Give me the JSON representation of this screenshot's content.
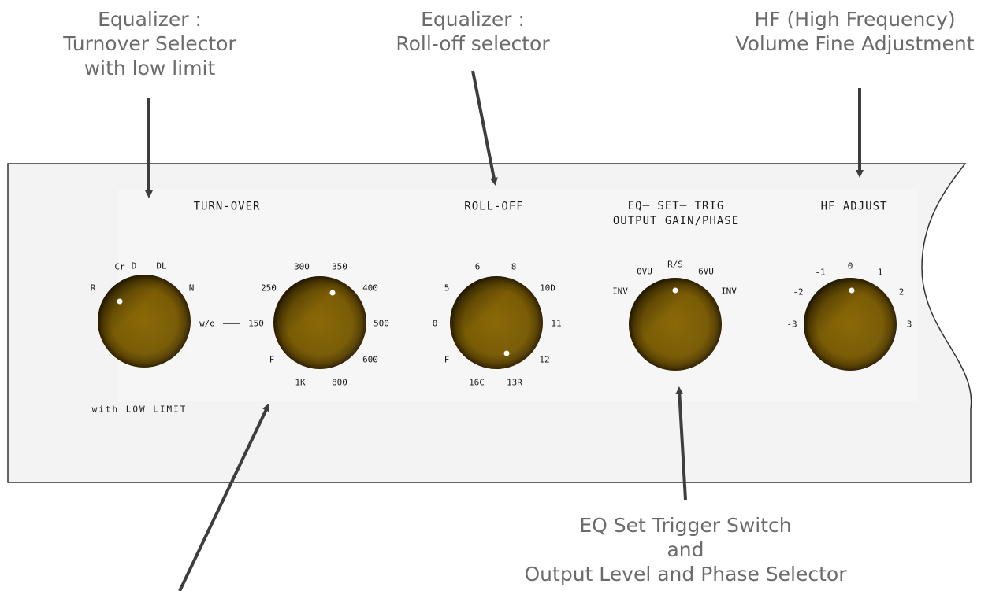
{
  "callouts": {
    "turnover": [
      "Equalizer :",
      "Turnover Selector",
      "with low limit"
    ],
    "rolloff": [
      "Equalizer :",
      "Roll-off selector"
    ],
    "hf": [
      "HF (High Frequency)",
      "Volume Fine Adjustment"
    ],
    "eqset": [
      "EQ Set Trigger Switch",
      "and",
      "Output Level and Phase Selector"
    ]
  },
  "panel": {
    "turnover_title": "TURN-OVER",
    "rolloff_title": "ROLL-OFF",
    "eqset_title": [
      "EQ─ SET─ TRIG",
      "OUTPUT GAIN/PHASE"
    ],
    "hf_title": "HF ADJUST",
    "low_limit_label": "with LOW LIMIT",
    "knob_color": "#8a6a08"
  },
  "knobs": {
    "low_limit": {
      "marks": [
        "R",
        "Cr",
        "D",
        "DL",
        "N",
        "w/o"
      ]
    },
    "turnover": {
      "marks": [
        "150",
        "250",
        "300",
        "350",
        "400",
        "500",
        "600",
        "800",
        "1K",
        "F"
      ]
    },
    "rolloff": {
      "marks": [
        "0",
        "5",
        "6",
        "8",
        "10D",
        "11",
        "12",
        "13R",
        "16C",
        "F"
      ]
    },
    "eqset": {
      "marks": [
        "INV",
        "0VU",
        "R/S",
        "6VU",
        "INV"
      ]
    },
    "hf": {
      "marks": [
        "-3",
        "-2",
        "-1",
        "0",
        "1",
        "2",
        "3"
      ]
    }
  }
}
